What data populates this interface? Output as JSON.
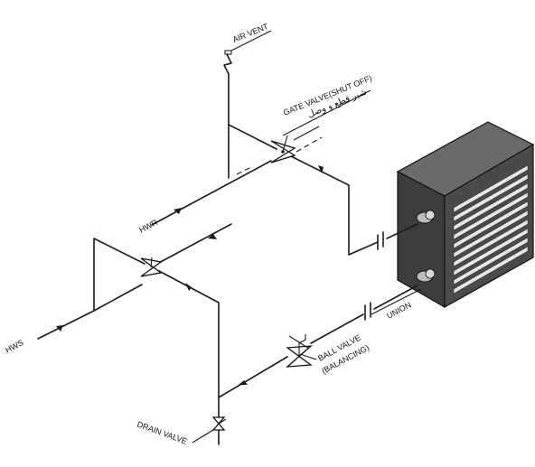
{
  "diagram": {
    "labels": {
      "air_vent": "AIR VENT",
      "gate_valve": "GATE VALVE(SHUT OFF)",
      "gate_valve_farsi": "شیر قطع و وصل",
      "hwr": "HWR",
      "hws": "HWS",
      "union": "UNION",
      "ball_valve": "BALL VALVE",
      "balancing": "(BALANCING)",
      "drain_valve": "DRAIN VALVE"
    },
    "colors": {
      "line": "#1a1a1a",
      "unit_front": "#4a4a4a",
      "unit_top": "#6a6a6a",
      "unit_side": "#3a3a3a",
      "louver": "#e8e8e8",
      "connector": "#b8b8b8"
    }
  }
}
